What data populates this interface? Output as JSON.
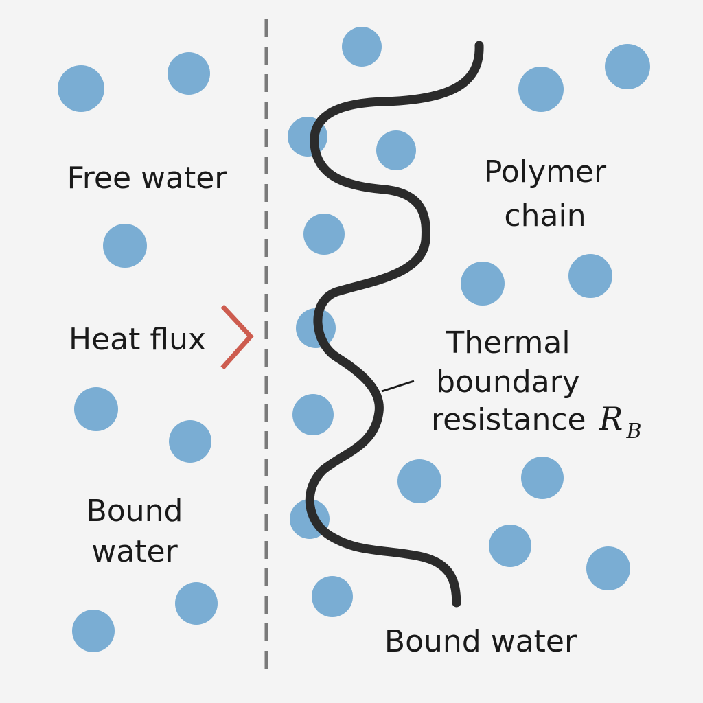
{
  "labels": {
    "free_water": "Free water",
    "heat_flux": "Heat flux",
    "bound_water_left_line1": "Bound",
    "bound_water_left_line2": "water",
    "polymer_chain_line1": "Polymer",
    "polymer_chain_line2": "chain",
    "thermal_line1": "Thermal",
    "thermal_line2": "boundary",
    "thermal_line3": "resistance",
    "resistance_symbol": "R",
    "resistance_subscript": "B",
    "bound_water_bottom": "Bound water"
  },
  "colors": {
    "background": "#f4f4f4",
    "molecule": "#7aadd3",
    "polymer": "#2b2b2b",
    "divider": "#7a7a7a",
    "arrow": "#cd5c4f",
    "text": "#1a1a1a"
  },
  "icons": {
    "heat_flux_arrow": "chevron-right-icon"
  }
}
